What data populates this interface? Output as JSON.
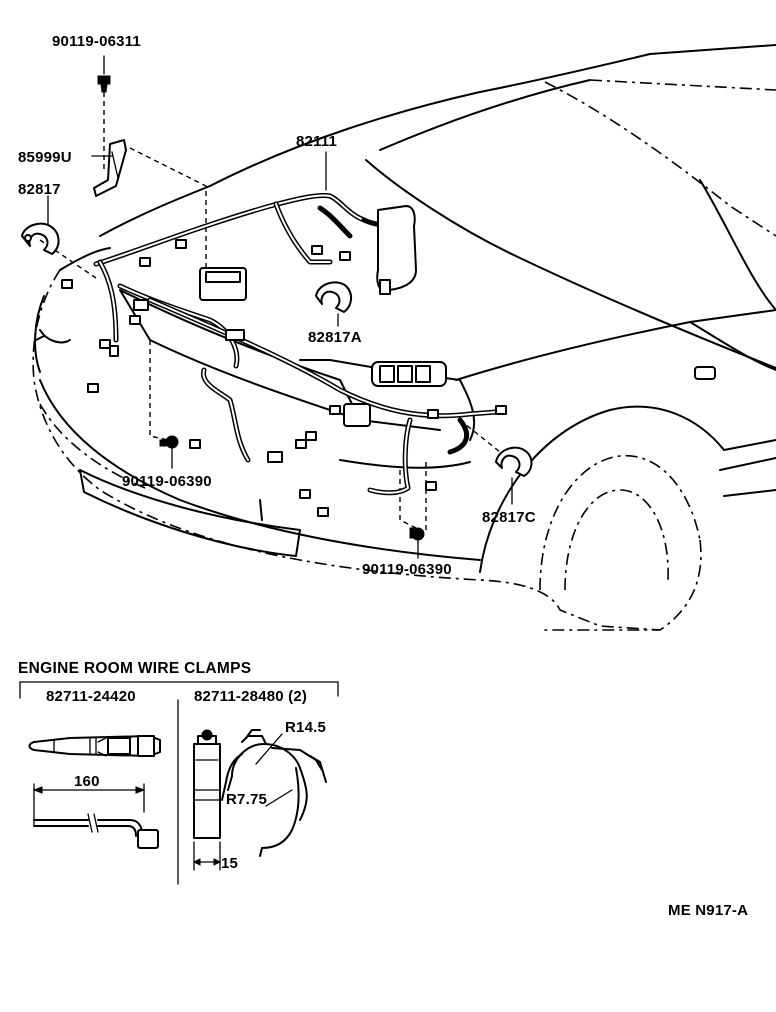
{
  "callouts": {
    "bolt_top": "90119-06311",
    "bracket": "85999U",
    "clamp_left": "82817",
    "harness": "82111",
    "clamp_a": "82817A",
    "bolt_lower_left": "90119-06390",
    "clamp_c": "82817C",
    "bolt_lower_right": "90119-06390"
  },
  "detail": {
    "title": "ENGINE ROOM WIRE CLAMPS",
    "clamp1_part": "82711-24420",
    "clamp2_part": "82711-28480 (2)",
    "dim_length": "160",
    "dim_r1": "R14.5",
    "dim_r2": "R7.75",
    "dim_width": "15"
  },
  "figure_id": "ME N917-A"
}
